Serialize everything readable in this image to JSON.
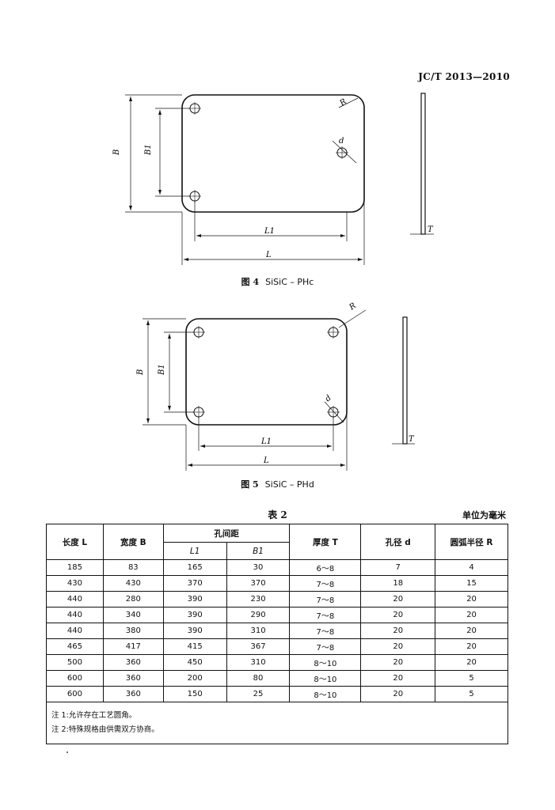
{
  "header": {
    "standard_code": "JC/T 2013—2010"
  },
  "figure4": {
    "number": "图 4",
    "title": "SiSiC – PHc",
    "labels": {
      "L": "L",
      "L1": "L1",
      "B": "B",
      "B1": "B1",
      "R": "R",
      "d": "d",
      "T": "T"
    }
  },
  "figure5": {
    "number": "图 5",
    "title": "SiSiC – PHd",
    "labels": {
      "L": "L",
      "L1": "L1",
      "B": "B",
      "B1": "B1",
      "R": "R",
      "d": "d",
      "T": "T"
    }
  },
  "table": {
    "title": "表 2",
    "unit": "单位为毫米",
    "headers": {
      "length": "长度 L",
      "width": "宽度 B",
      "hole_spacing": "孔间距",
      "L1": "L1",
      "B1": "B1",
      "thickness": "厚度 T",
      "hole_dia": "孔径 d",
      "radius": "圆弧半径 R"
    },
    "rows": [
      [
        "185",
        "83",
        "165",
        "30",
        "6～8",
        "7",
        "4"
      ],
      [
        "430",
        "430",
        "370",
        "370",
        "7～8",
        "18",
        "15"
      ],
      [
        "440",
        "280",
        "390",
        "230",
        "7～8",
        "20",
        "20"
      ],
      [
        "440",
        "340",
        "390",
        "290",
        "7～8",
        "20",
        "20"
      ],
      [
        "440",
        "380",
        "390",
        "310",
        "7～8",
        "20",
        "20"
      ],
      [
        "465",
        "417",
        "415",
        "367",
        "7～8",
        "20",
        "20"
      ],
      [
        "500",
        "360",
        "450",
        "310",
        "8～10",
        "20",
        "20"
      ],
      [
        "600",
        "360",
        "200",
        "80",
        "8～10",
        "20",
        "5"
      ],
      [
        "600",
        "360",
        "150",
        "25",
        "8～10",
        "20",
        "5"
      ]
    ],
    "notes": [
      "注 1:允许存在工艺圆角。",
      "注 2:特殊规格由供需双方协商。"
    ]
  }
}
